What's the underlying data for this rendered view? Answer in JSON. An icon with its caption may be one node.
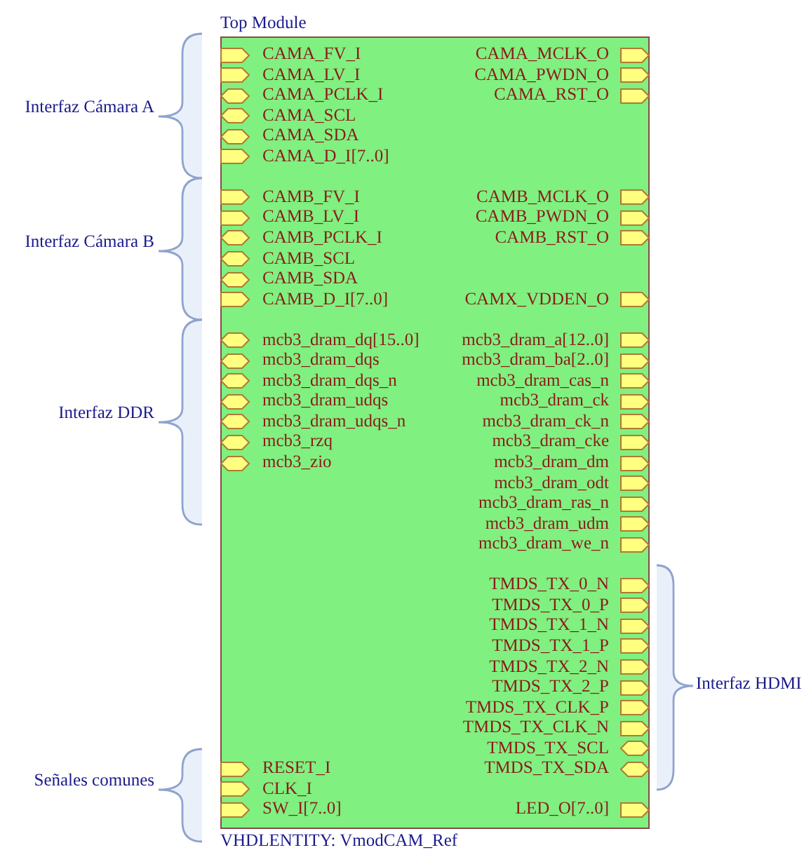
{
  "diagram": {
    "nodes": [
      {
        "text": [
          "Top Module",
          "VHDLENTITY: VmodCAM_Ref"
        ]
      }
    ],
    "edges": [],
    "labels": [
      "Interfaz Cámara A",
      "CAMA_FV_I",
      "CAMA_LV_I",
      "CAMA_PCLK_I",
      "CAMA_SCL",
      "CAMA_SDA",
      "CAMA_D_I[7..0]",
      "CAMA_MCLK_O",
      "CAMA_PWDN_O",
      "CAMA_RST_O",
      "Interfaz Cámara B",
      "CAMB_FV_I",
      "CAMB_LV_I",
      "CAMB_PCLK_I",
      "CAMB_SCL",
      "CAMB_SDA",
      "CAMB_D_I[7..0]",
      "CAMB_MCLK_O",
      "CAMB_PWDN_O",
      "CAMB_RST_O",
      "CAMX_VDDEN_O",
      "Interfaz DDR",
      "mcb3_dram_dq[15..0]",
      "mcb3_dram_dqs",
      "mcb3_dram_dqs_n",
      "mcb3_dram_udqs",
      "mcb3_dram_udqs_n",
      "mcb3_rzq",
      "mcb3_zio",
      "mcb3_dram_a[12..0]",
      "mcb3_dram_ba[2..0]",
      "mcb3_dram_cas_n",
      "mcb3_dram_ck",
      "mcb3_dram_ck_n",
      "mcb3_dram_cke",
      "mcb3_dram_dm",
      "mcb3_dram_odt",
      "mcb3_dram_ras_n",
      "mcb3_dram_udm",
      "mcb3_dram_we_n",
      "Interfaz HDMI",
      "TMDS_TX_0_N",
      "TMDS_TX_0_P",
      "TMDS_TX_1_N",
      "TMDS_TX_1_P",
      "TMDS_TX_2_N",
      "TMDS_TX_2_P",
      "TMDS_TX_CLK_P",
      "TMDS_TX_CLK_N",
      "TMDS_TX_SCL",
      "TMDS_TX_SDA",
      "Señales comunes",
      "RESET_I",
      "CLK_I",
      "SW_I[7..0]",
      "LED_O[7..0]"
    ]
  }
}
